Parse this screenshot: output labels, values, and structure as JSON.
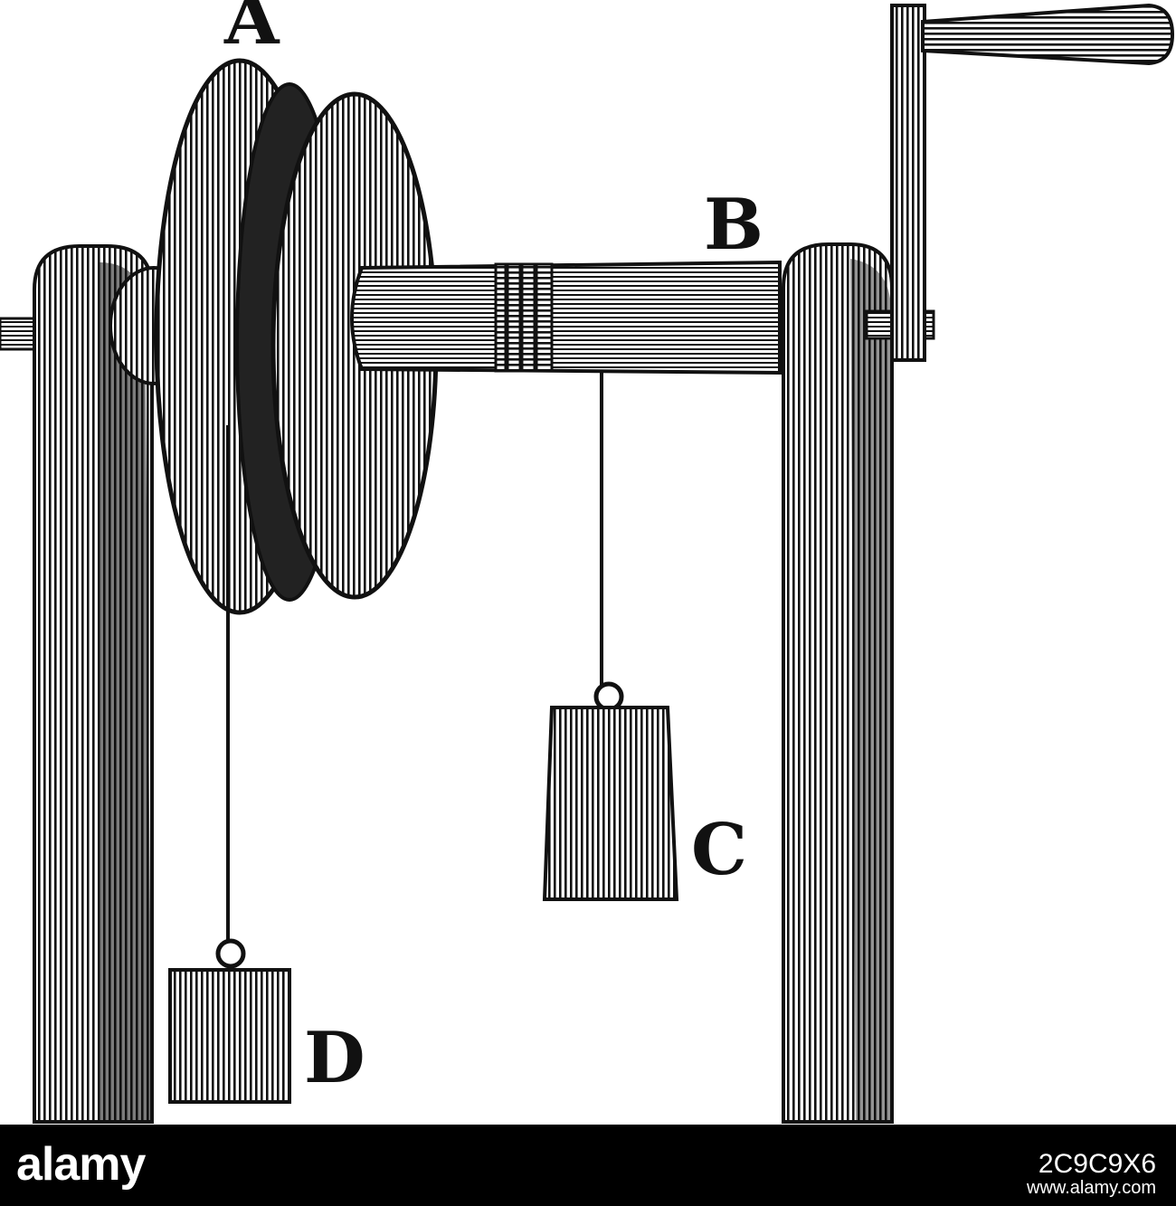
{
  "labels": {
    "a": "A",
    "b": "B",
    "c": "C",
    "d": "D"
  },
  "footer": {
    "brand": "alamy",
    "image_id": "2C9C9X6",
    "info": "www.alamy.com"
  },
  "colors": {
    "ink": "#111111",
    "paper": "#ffffff",
    "footer_bg": "#000000",
    "footer_text": "#ffffff"
  }
}
